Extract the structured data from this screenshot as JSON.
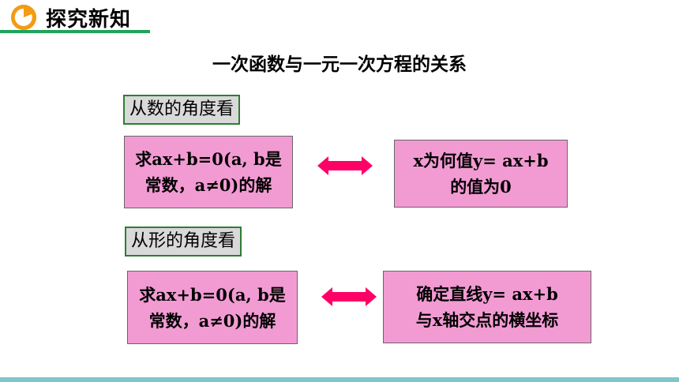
{
  "header": {
    "title": "探究新知"
  },
  "main_title": "一次函数与一元一次方程的关系",
  "section1": {
    "label": "从数的角度看",
    "left_lines": [
      "求ax+b=0(a, b是",
      "常数，a≠0)的解"
    ],
    "right_lines": [
      "x为何值y= ax+b",
      "的值为0"
    ]
  },
  "section2": {
    "label": "从形的角度看",
    "left_lines": [
      "求ax+b=0(a, b是",
      "常数，a≠0)的解"
    ],
    "right_lines": [
      "确定直线y= ax+b",
      "与x轴交点的横坐标"
    ]
  },
  "colors": {
    "box_fill": "#f29bd3",
    "arrow": "#ff0066",
    "header_accent": "#1fa35a",
    "icon": "#f39c12"
  },
  "icons": [
    "pie-icon",
    "double-arrow-icon"
  ]
}
